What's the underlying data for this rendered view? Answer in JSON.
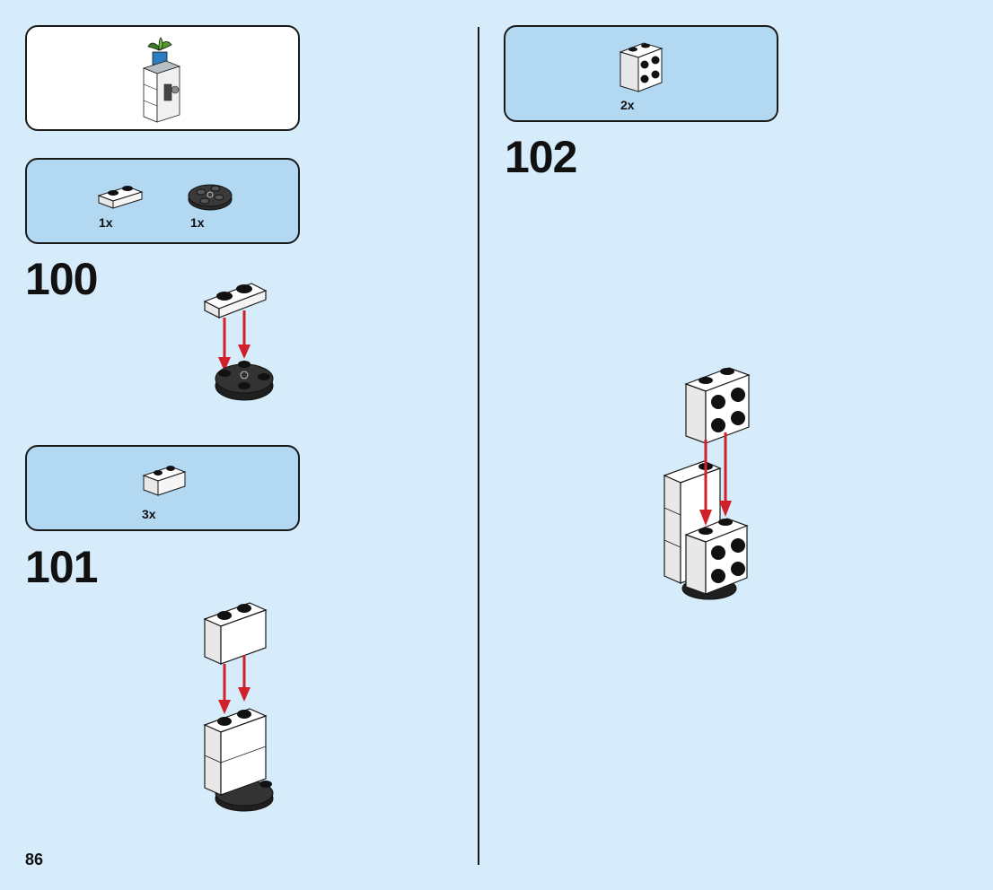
{
  "page_number": "86",
  "steps": [
    {
      "number": "100",
      "parts": [
        {
          "qty": "1x",
          "icon": "white-plate-1x2-icon"
        },
        {
          "qty": "1x",
          "icon": "black-round-plate-2x2-icon"
        }
      ]
    },
    {
      "number": "101",
      "parts": [
        {
          "qty": "3x",
          "icon": "white-brick-1x2-icon"
        }
      ]
    },
    {
      "number": "102",
      "parts": [
        {
          "qty": "2x",
          "icon": "white-brick-2x2-studs-side-icon"
        }
      ]
    }
  ],
  "colors": {
    "background": "#d6ecfa",
    "parts_box": "#b3d8f2",
    "arrow": "#d0212a"
  }
}
